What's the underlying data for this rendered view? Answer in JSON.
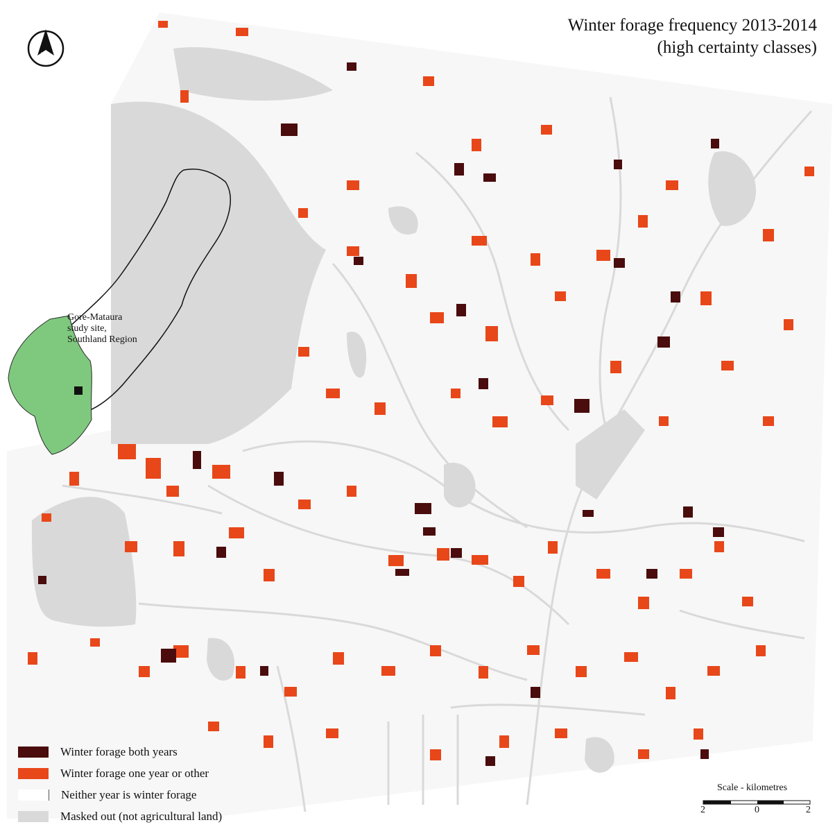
{
  "map": {
    "title_line1": "Winter forage frequency 2013-2014",
    "title_line2": "(high certainty classes)",
    "north_label": "N",
    "inset": {
      "label_lines": [
        "Gore-Mataura",
        "study site,",
        "Southland Region"
      ]
    },
    "legend": [
      {
        "label": "Winter forage both years",
        "color": "#4a0c0c"
      },
      {
        "label": "Winter forage one year or other",
        "color": "#e8471a"
      },
      {
        "label": "Neither year is winter forage",
        "color": "#ffffff"
      },
      {
        "label": "Masked out (not agricultural land)",
        "color": "#d9d9d9"
      }
    ],
    "scale": {
      "title": "Scale - kilometres",
      "ticks": [
        "2",
        "0",
        "2"
      ]
    },
    "colors": {
      "both_years": "#4a0c0c",
      "one_year": "#e8471a",
      "masked": "#d9d9d9",
      "inset_region": "#7fc97f"
    }
  }
}
